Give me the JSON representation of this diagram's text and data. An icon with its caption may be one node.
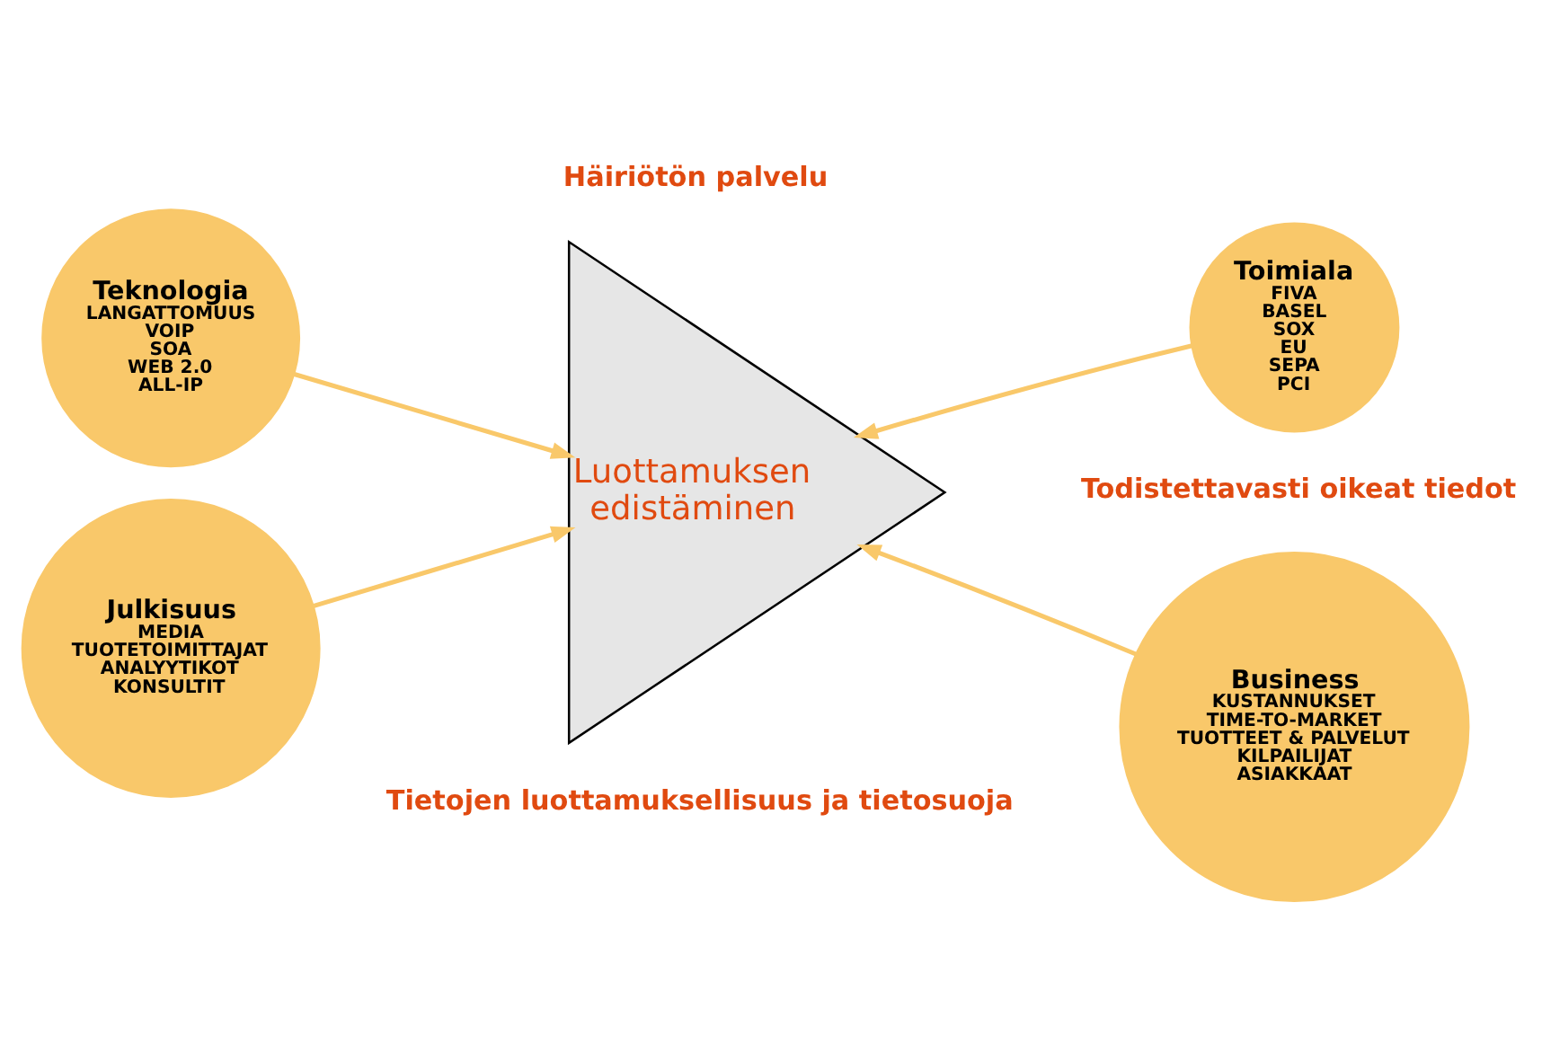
{
  "diagram": {
    "nodes": [
      {
        "text": [
          "Teknologia",
          "LANGATTOMUUS",
          "VOIP",
          "SOA",
          "WEB 2.0",
          "ALL-IP"
        ]
      },
      {
        "text": [
          "Toimiala",
          "FIVA",
          "BASEL",
          "SOX",
          "EU",
          "SEPA",
          "PCI"
        ]
      },
      {
        "text": [
          "Luottamuksen edistäminen"
        ]
      },
      {
        "text": [
          "Julkisuus",
          "MEDIA",
          "TUOTETOIMITTAJAT",
          "ANALYYTIKOT",
          "KONSULTIT"
        ]
      },
      {
        "text": [
          "Business",
          "KUSTANNUKSET",
          "TIME-TO-MARKET",
          "TUOTTEET & PALVELUT",
          "KILPAILIJAT",
          "ASIAKKAAT"
        ]
      }
    ],
    "edges": [
      {
        "from": 0,
        "to": 2,
        "arrow": "to"
      },
      {
        "from": 1,
        "to": 2,
        "arrow": "to"
      },
      {
        "from": 3,
        "to": 2,
        "arrow": "to"
      },
      {
        "from": 4,
        "to": 2,
        "arrow": "to"
      }
    ],
    "labels": [
      "Häiriötön palvelu",
      "Todistettavasti oikeat tiedot",
      "Tietojen luottamuksellisuus ja tietosuoja"
    ]
  }
}
